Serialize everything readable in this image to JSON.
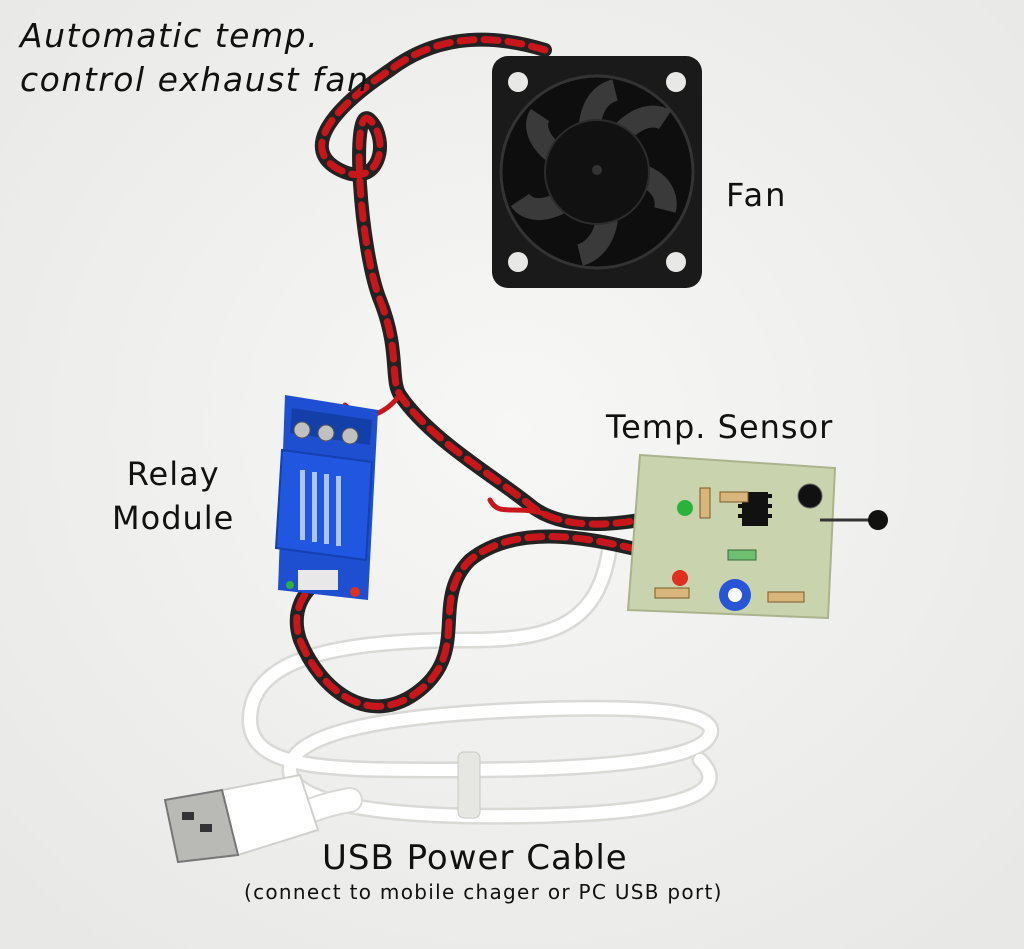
{
  "labels": {
    "title_line1": "Automatic temp.",
    "title_line2": "control exhaust fan",
    "fan": "Fan",
    "relay_line1": "Relay",
    "relay_line2": "Module",
    "sensor": "Temp. Sensor",
    "usb": "USB Power Cable",
    "usb_note": "(connect to mobile chager or PC USB port)"
  },
  "colors": {
    "background": "#f2f2f0",
    "fan_body": "#1a1a1a",
    "wire_red": "#d0161c",
    "relay_blue": "#1d4fd0",
    "pcb_green": "#c9d3ad",
    "cable_white": "#ffffff"
  }
}
